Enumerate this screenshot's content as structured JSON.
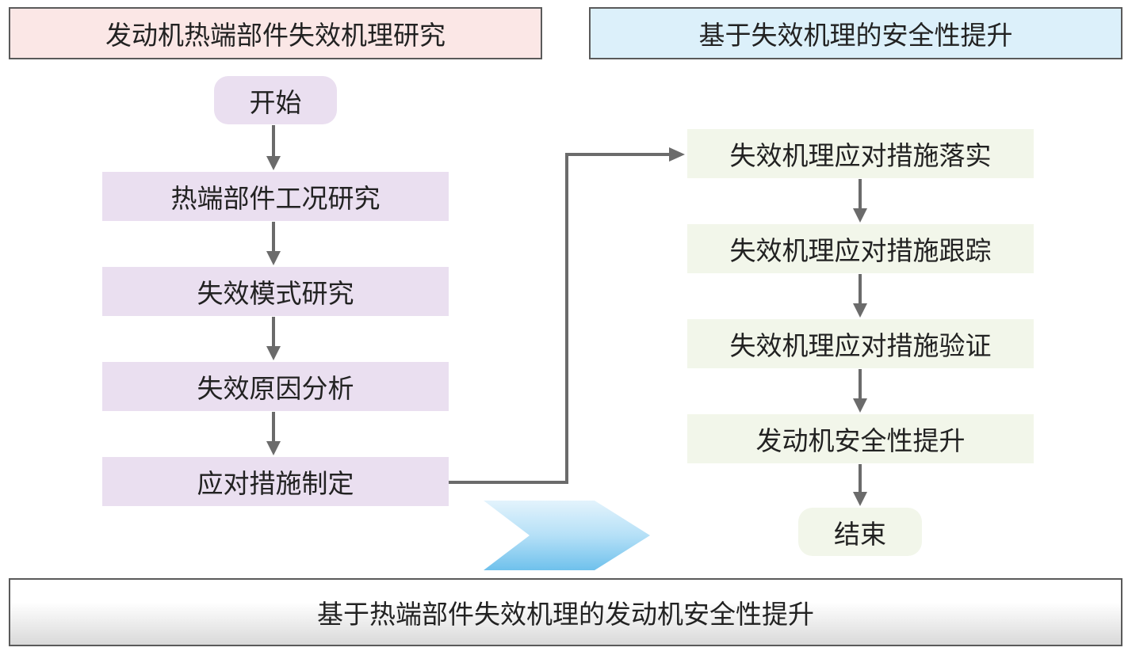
{
  "headers": {
    "left": "发动机热端部件失效机理研究",
    "right": "基于失效机理的安全性提升"
  },
  "left_flow": {
    "start": "开始",
    "steps": [
      "热端部件工况研究",
      "失效模式研究",
      "失效原因分析",
      "应对措施制定"
    ]
  },
  "right_flow": {
    "steps": [
      "失效机理应对措施落实",
      "失效机理应对措施跟踪",
      "失效机理应对措施验证",
      "发动机安全性提升"
    ],
    "end": "结束"
  },
  "footer": "基于热端部件失效机理的发动机安全性提升",
  "colors": {
    "left_header_bg": "#fbe7e6",
    "right_header_bg": "#dcf0fa",
    "left_step_bg": "#eadff0",
    "right_step_bg": "#f2f6ea",
    "connector": "#6b6b6b",
    "big_arrow": "#7ec9ef"
  }
}
